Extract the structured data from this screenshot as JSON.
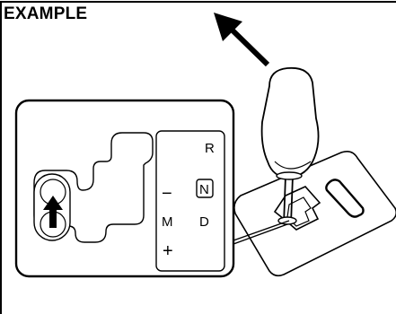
{
  "diagram": {
    "title": "EXAMPLE",
    "gate_labels": {
      "r": "R",
      "n": "N",
      "d": "D",
      "m": "M",
      "minus": "−",
      "plus": "+"
    },
    "stroke_color": "#000000",
    "background_color": "#ffffff"
  }
}
